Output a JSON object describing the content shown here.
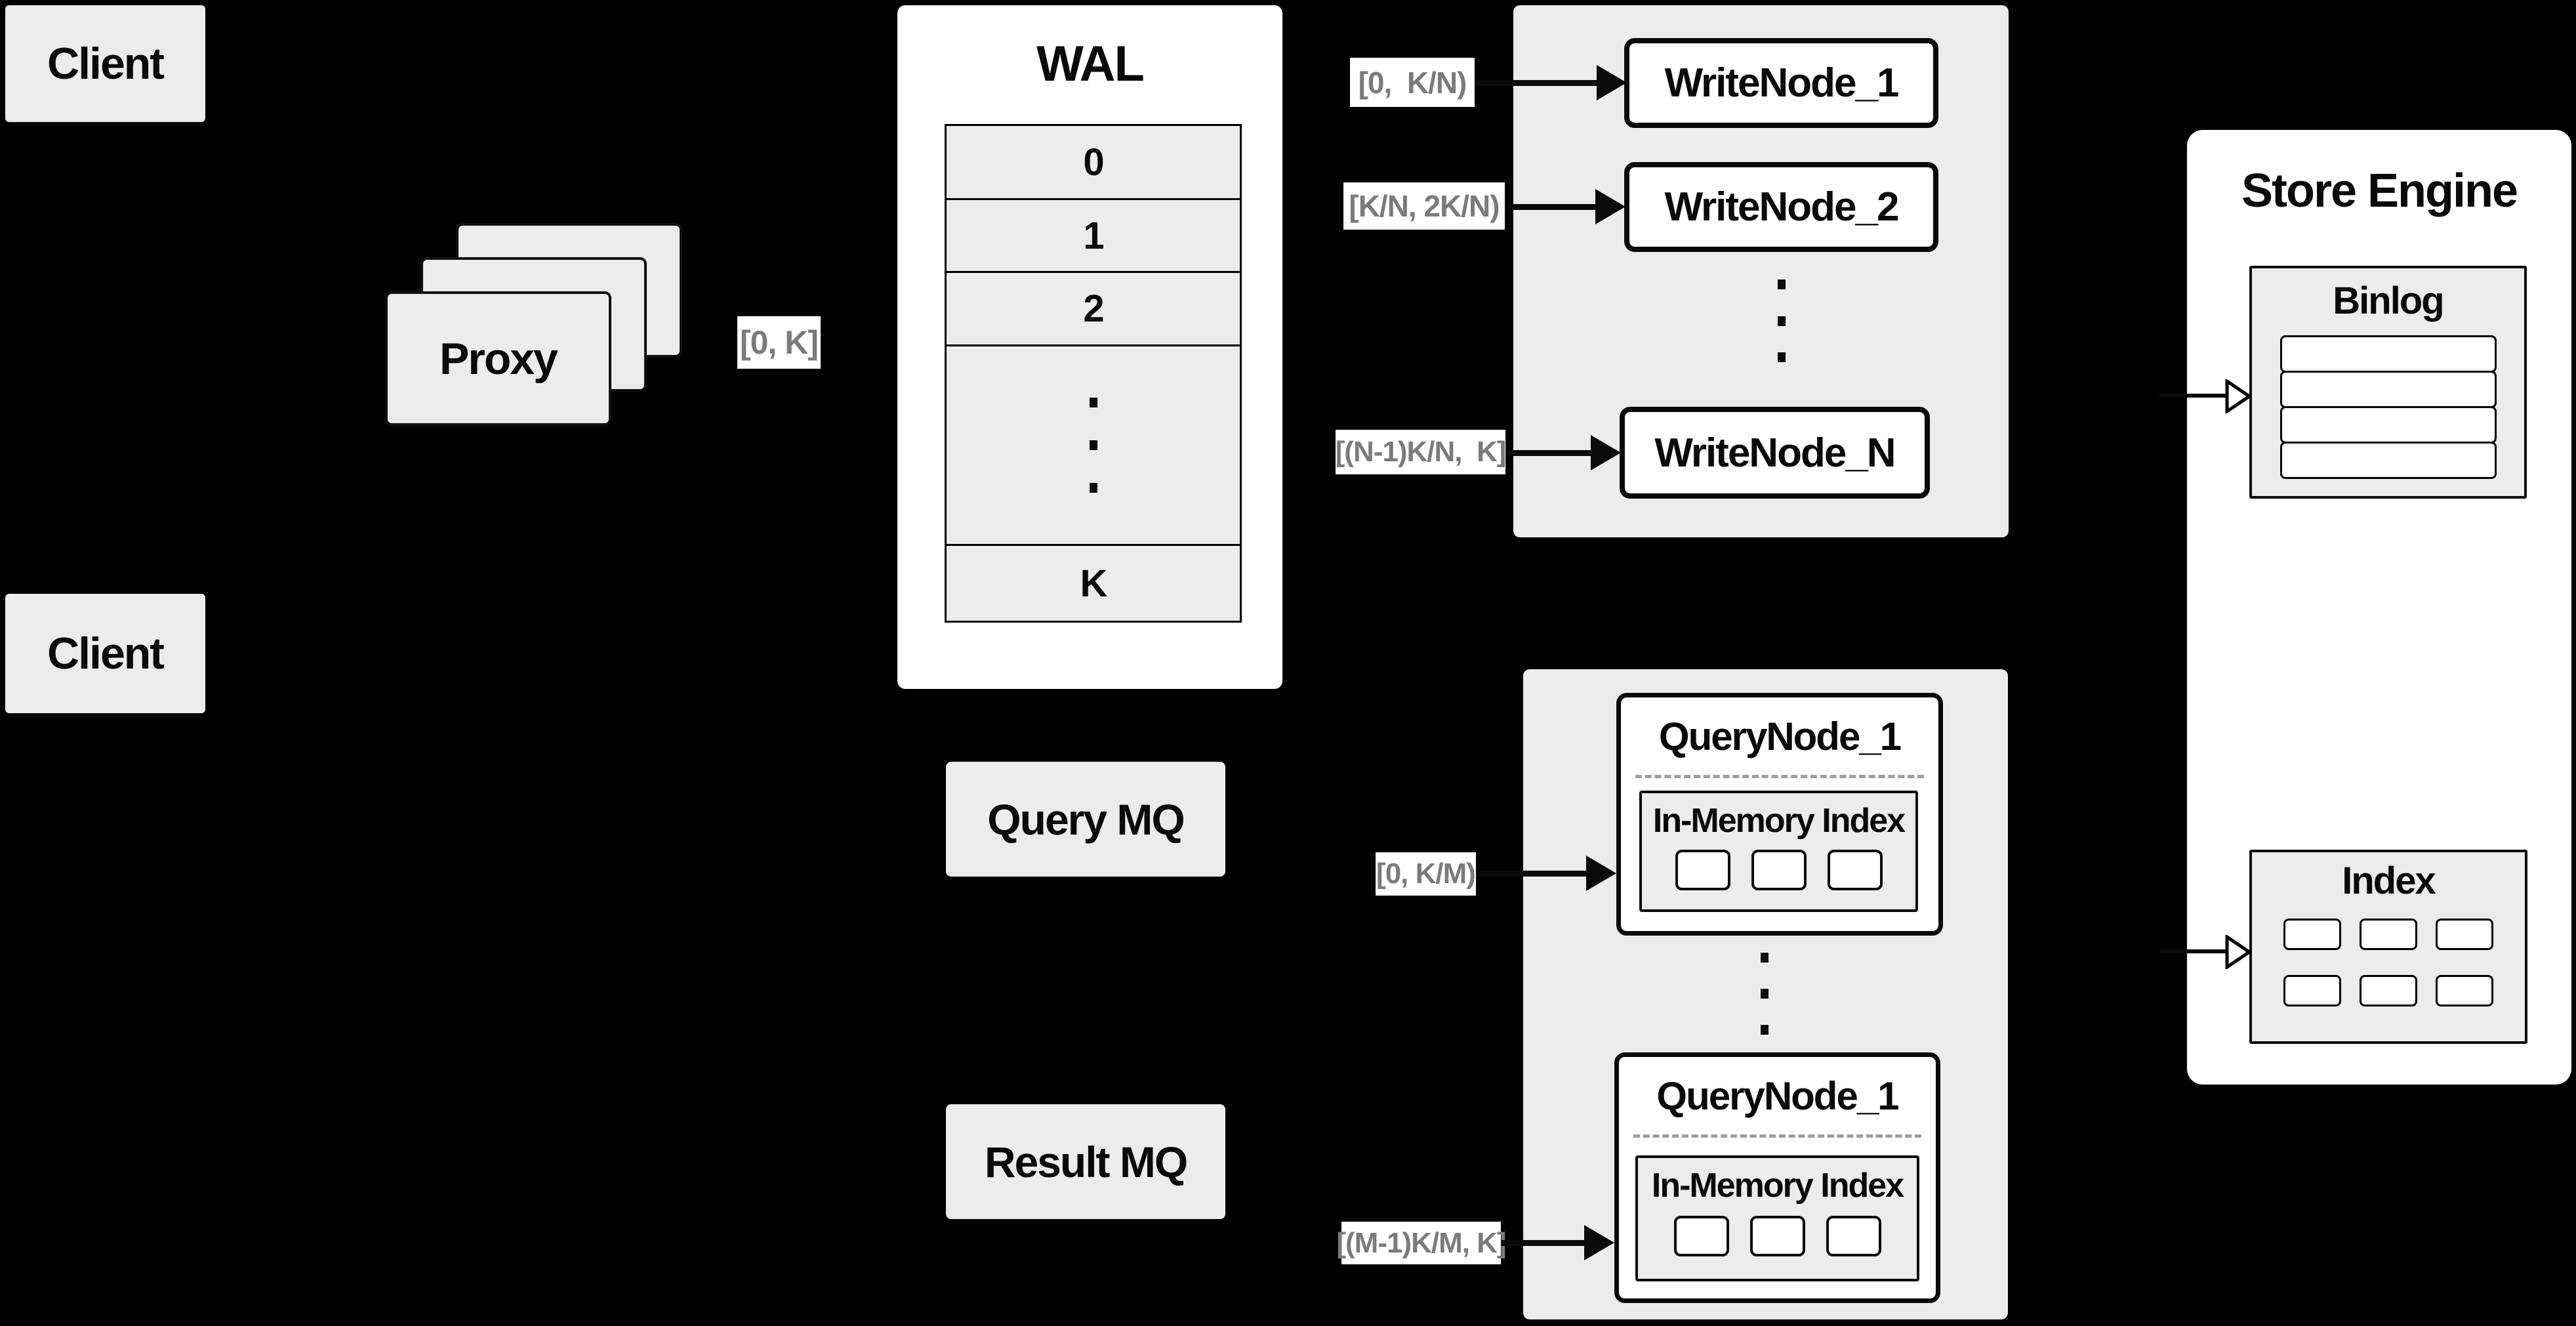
{
  "colors": {
    "background": "#000000",
    "panel_fill": "#ececec",
    "node_fill": "#ffffff",
    "ink": "#0a0a0a",
    "chip_text": "#7b7b7b",
    "dash_divider": "#9e9e9e"
  },
  "client_top": {
    "label": "Client"
  },
  "client_bottom": {
    "label": "Client"
  },
  "proxy": {
    "label": "Proxy",
    "range_chip": "[0, K]"
  },
  "wal": {
    "title": "WAL",
    "rows": [
      "0",
      "1",
      "2"
    ],
    "last_row": "K"
  },
  "write_cluster": {
    "chips": [
      "[0,  K/N)",
      "[K/N, 2K/N)",
      "[(N-1)K/N,  K]"
    ],
    "nodes": [
      "WriteNode_1",
      "WriteNode_2",
      "WriteNode_N"
    ]
  },
  "mq": {
    "query": "Query MQ",
    "result": "Result MQ"
  },
  "query_cluster": {
    "chips": [
      "[0, K/M)",
      "[(M-1)K/M, K]"
    ],
    "nodes": [
      {
        "title": "QueryNode_1",
        "subtitle": "In-Memory Index"
      },
      {
        "title": "QueryNode_1",
        "subtitle": "In-Memory Index"
      }
    ]
  },
  "store_engine": {
    "title": "Store Engine",
    "binlog": {
      "title": "Binlog"
    },
    "index": {
      "title": "Index"
    }
  }
}
